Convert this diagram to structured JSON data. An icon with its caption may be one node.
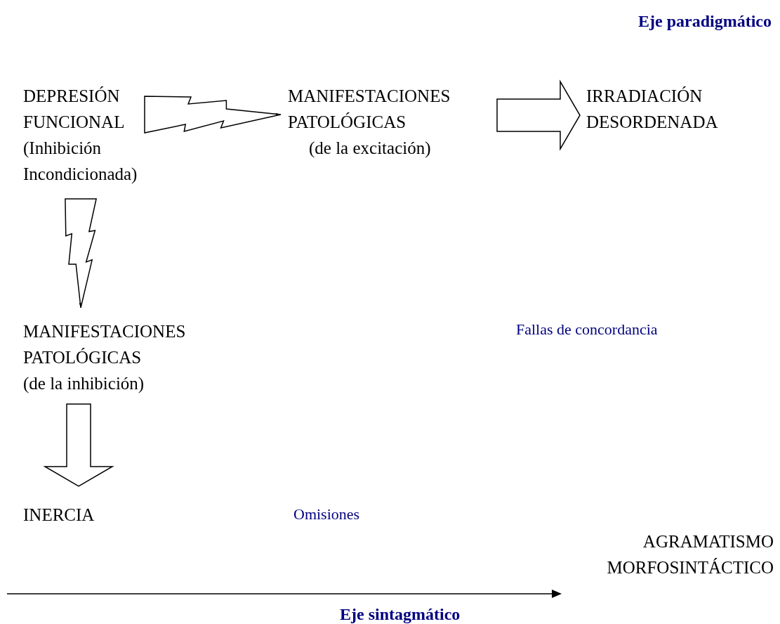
{
  "diagram": {
    "nodes": [
      {
        "text": [
          "DEPRESIÓN FUNCIONAL",
          "(Inhibición Incondicionada)"
        ]
      },
      {
        "text": [
          "MANIFESTACIONES PATOLÓGICAS",
          "(de la excitación)"
        ]
      },
      {
        "text": [
          "IRRADIACIÓN DESORDENADA"
        ]
      },
      {
        "text": [
          "MANIFESTACIONES PATOLÓGICAS",
          "(de la inhibición)"
        ]
      },
      {
        "text": [
          "INERCIA"
        ]
      }
    ],
    "edges": [
      {
        "from": 0,
        "to": 1,
        "arrow": "to"
      },
      {
        "from": 1,
        "to": 2,
        "arrow": "to",
        "style": "thick"
      },
      {
        "from": 0,
        "to": 3,
        "arrow": "to"
      },
      {
        "from": 3,
        "to": 4,
        "arrow": "to",
        "style": "thick"
      }
    ],
    "labels": [
      "Eje paradigmático",
      "Fallas de concordancia",
      "Omisiones",
      "AGRAMATISMO MORFOSINTÁCTICO",
      "Eje sintagmático"
    ]
  }
}
